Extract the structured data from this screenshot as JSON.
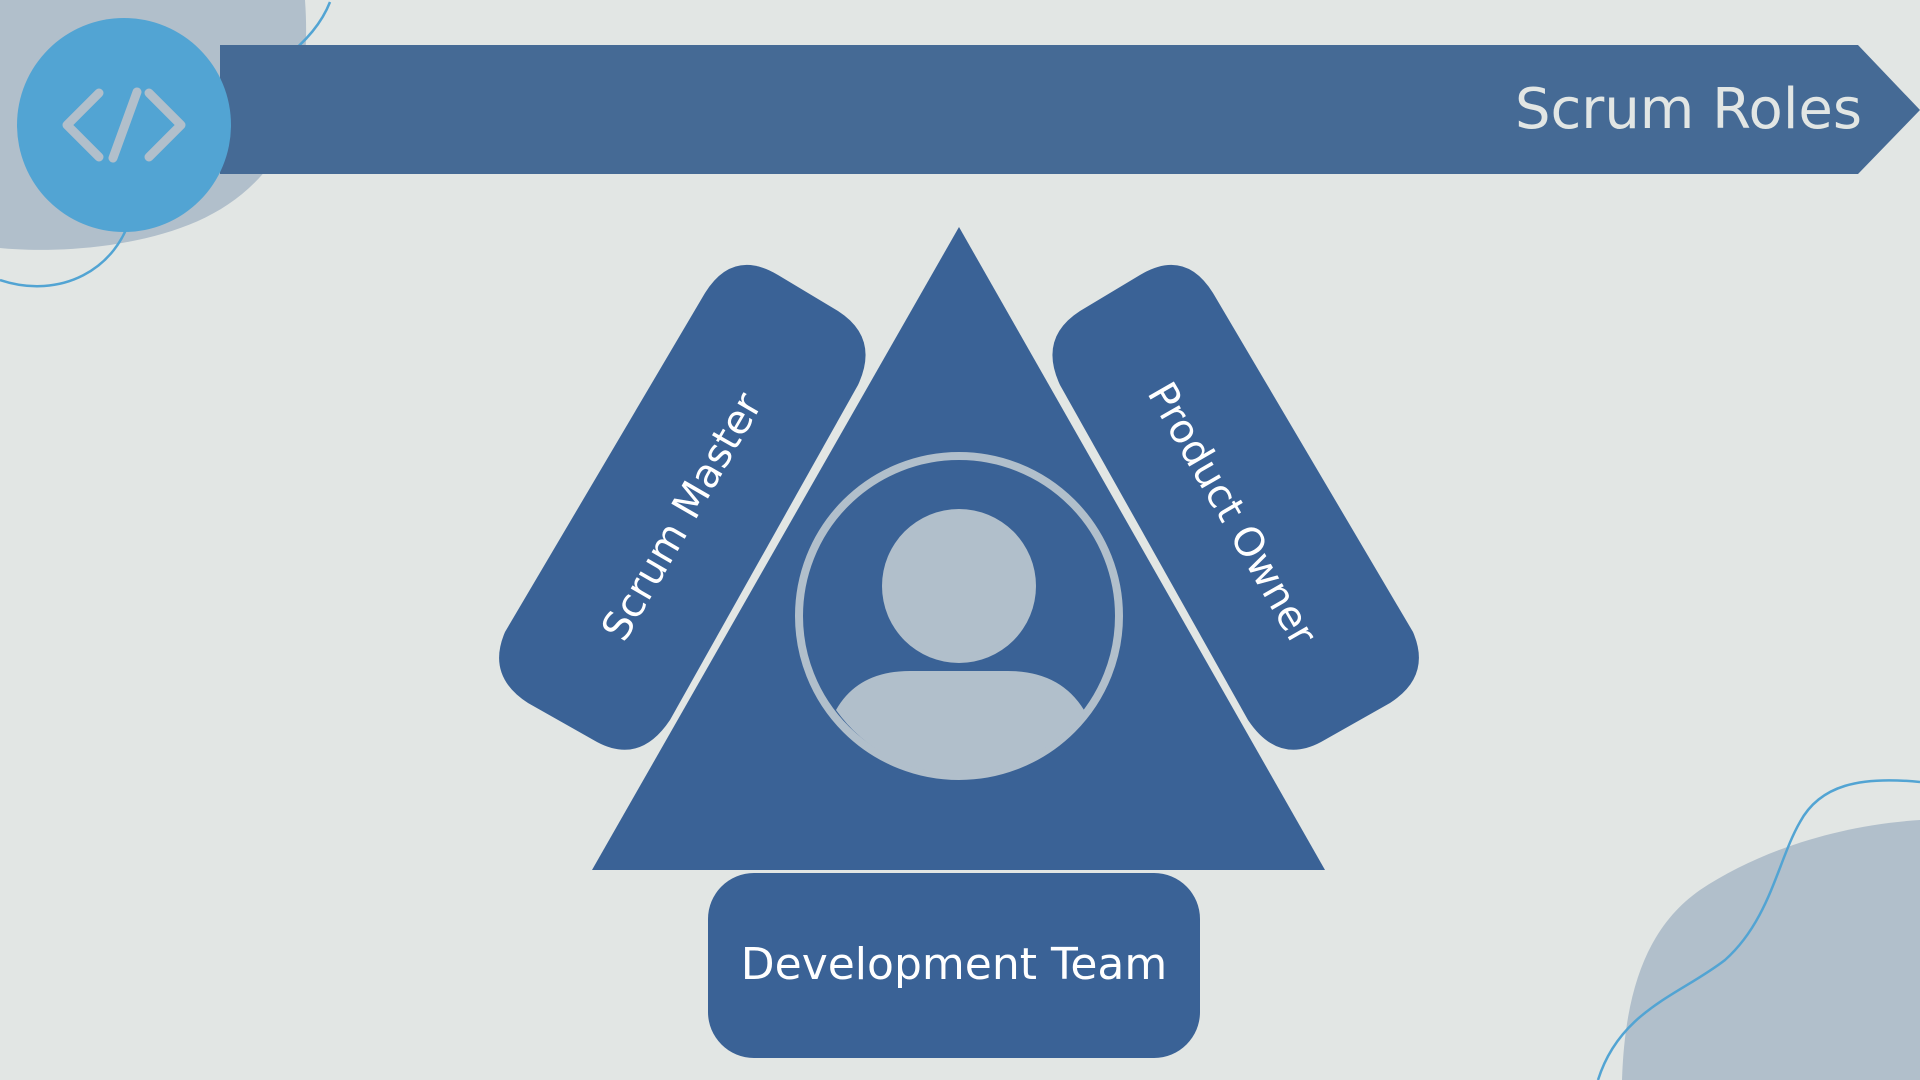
{
  "header": {
    "title": "Scrum Roles"
  },
  "logo": {
    "icon": "code-brackets-icon"
  },
  "diagram": {
    "center_icon": "person-icon",
    "roles": [
      {
        "label": "Scrum Master"
      },
      {
        "label": "Product Owner"
      },
      {
        "label": "Development Team"
      }
    ]
  },
  "colors": {
    "background": "#E2E6E4",
    "primary": "#3A6296",
    "banner": "#456A95",
    "accent": "#52A4D3",
    "muted": "#B1BFCB",
    "text_light": "#FFFFFF"
  }
}
